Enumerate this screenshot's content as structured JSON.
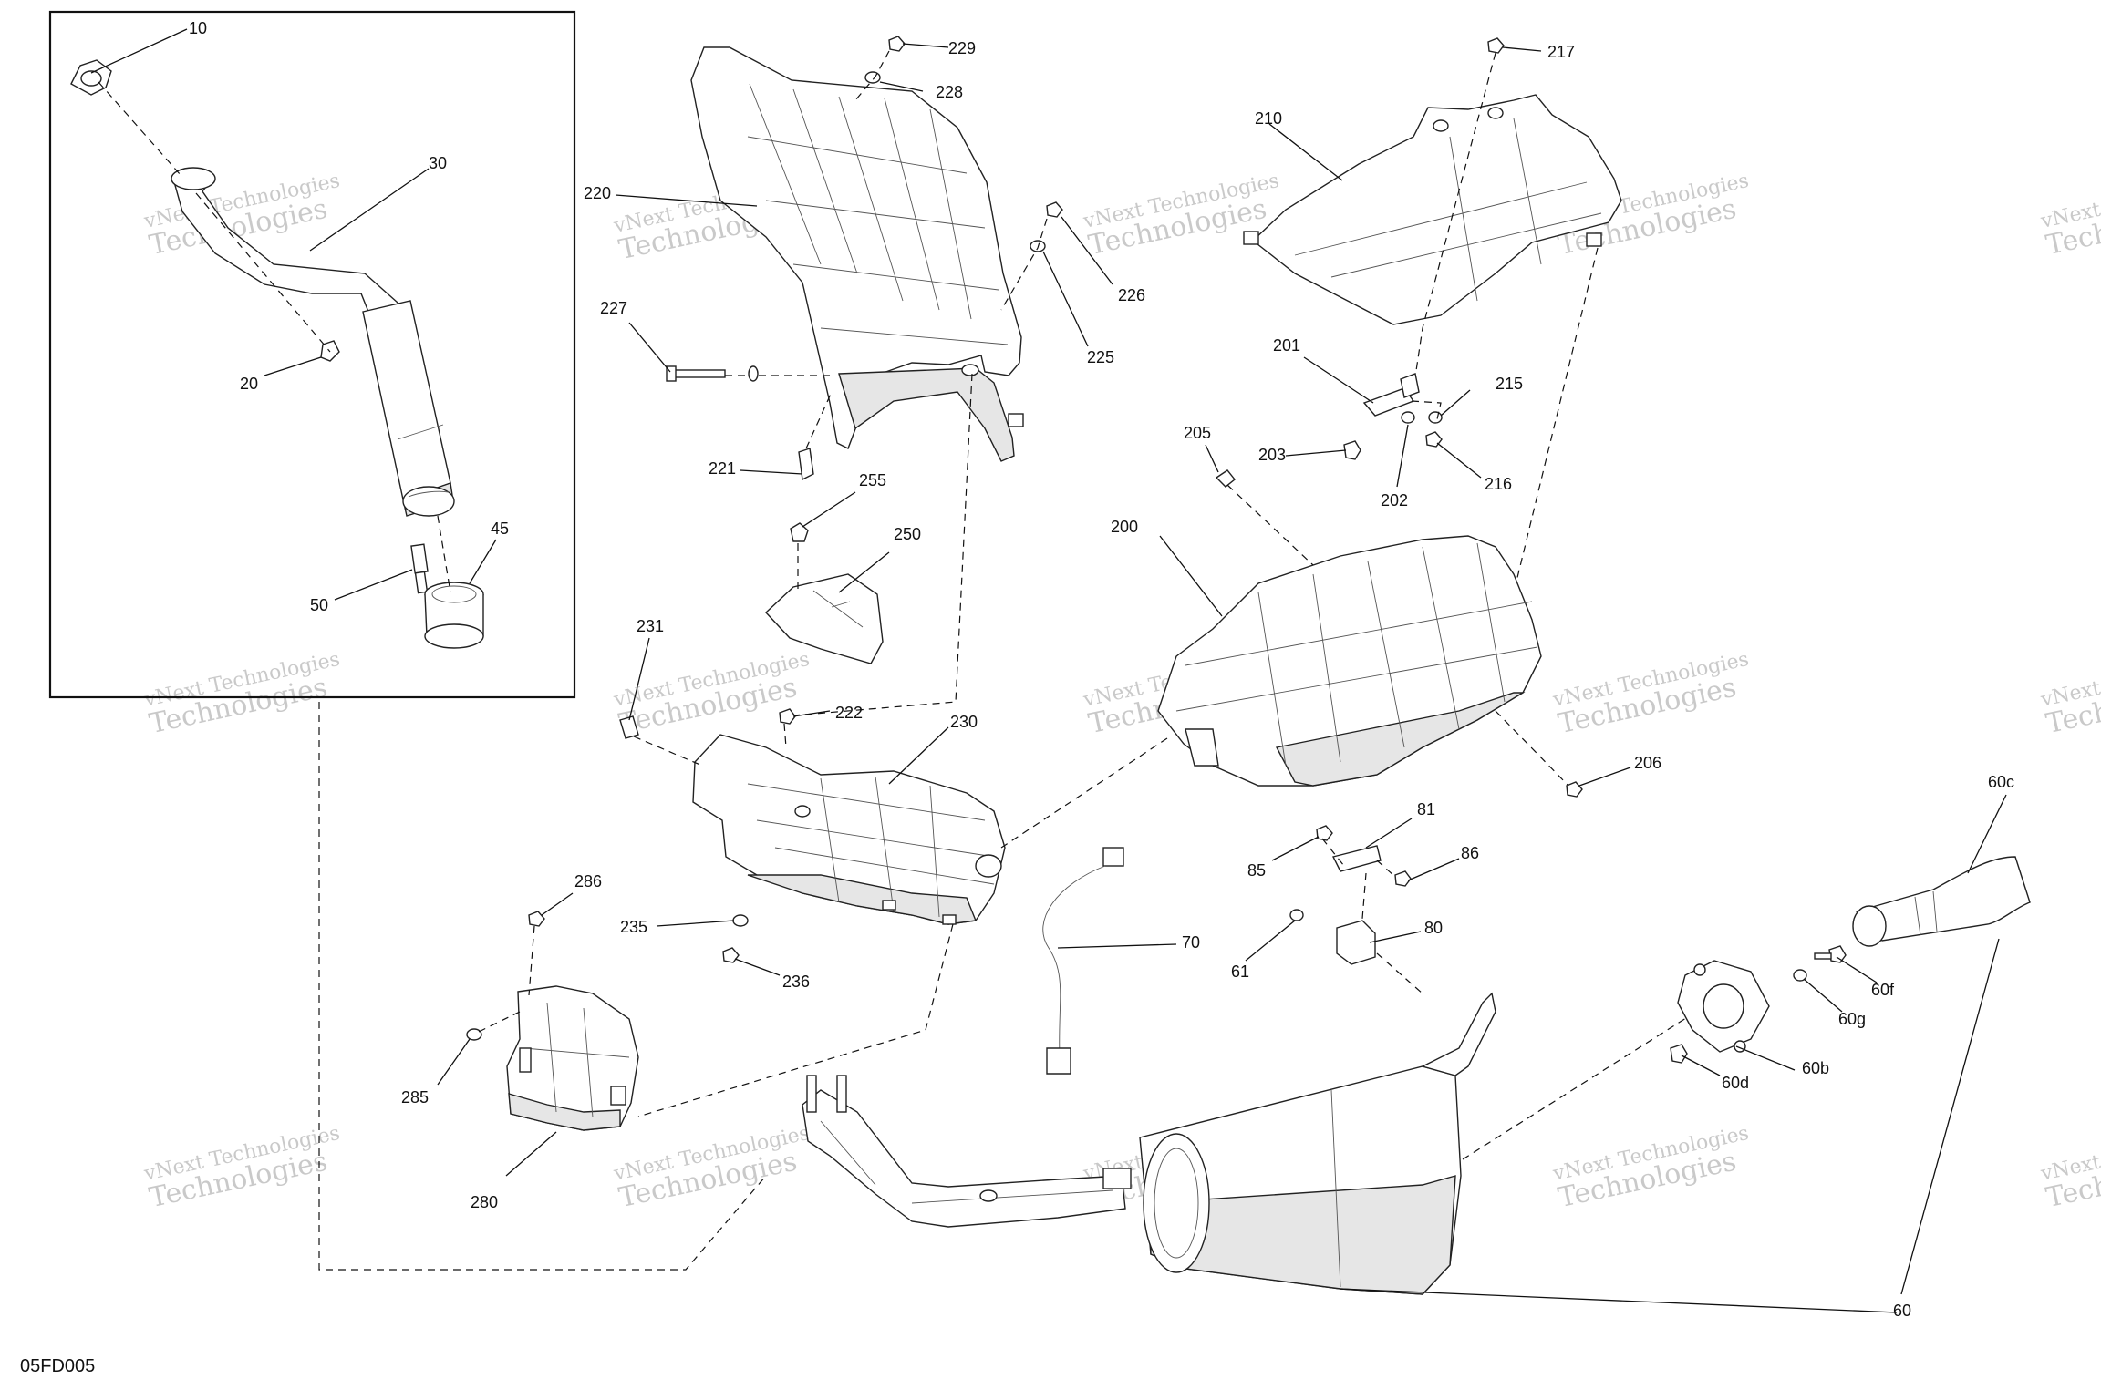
{
  "drawing_code": "05FD005",
  "watermark": {
    "line1": "vNext Technologies",
    "line2": "Technologies",
    "brand": "vNext"
  },
  "callouts": {
    "c10": "10",
    "c20": "20",
    "c30": "30",
    "c45": "45",
    "c50": "50",
    "c60": "60",
    "c60b": "60b",
    "c60c": "60c",
    "c60d": "60d",
    "c60f": "60f",
    "c60g": "60g",
    "c61": "61",
    "c70": "70",
    "c80": "80",
    "c81": "81",
    "c85": "85",
    "c86": "86",
    "c200": "200",
    "c201": "201",
    "c202": "202",
    "c203": "203",
    "c205": "205",
    "c206": "206",
    "c210": "210",
    "c215": "215",
    "c216": "216",
    "c217": "217",
    "c220": "220",
    "c221": "221",
    "c222": "222",
    "c225": "225",
    "c226": "226",
    "c227": "227",
    "c228": "228",
    "c229": "229",
    "c230": "230",
    "c231": "231",
    "c235": "235",
    "c236": "236",
    "c250": "250",
    "c255": "255",
    "c280": "280",
    "c285": "285",
    "c286": "286"
  }
}
